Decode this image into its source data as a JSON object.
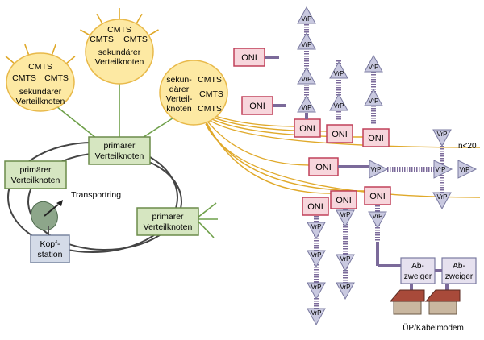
{
  "colors": {
    "node_fill": "#fde9a3",
    "node_stroke": "#e8b94a",
    "primary_fill": "#d6e6c1",
    "primary_stroke": "#6b8c4a",
    "oni_fill": "#f7d6dc",
    "oni_stroke": "#c0405a",
    "vrp_fill": "#c9c9e0",
    "vrp_stroke": "#7a7aa0",
    "fiber": "#e0a92a",
    "link_green": "#6fa04a",
    "coax": "#7b6a9a",
    "ring": "#444444"
  },
  "labels": {
    "cmts": "CMTS",
    "sek_line1": "sekundärer",
    "sek_line2": "Verteilknoten",
    "sek3_line1": "sekun-",
    "sek3_line2": "därer",
    "sek3_line3": "Verteil-",
    "sek3_line4": "knoten",
    "prim_line1": "primärer",
    "prim_line2": "Verteilknoten",
    "oni": "ONI",
    "vrp": "VrP",
    "transportring": "Transportring",
    "kopf_line1": "Kopf-",
    "kopf_line2": "station",
    "abzweiger_line1": "Ab-",
    "abzweiger_line2": "zweiger",
    "n_limit": "n<20",
    "modem": "ÜP/Kabelmodem"
  },
  "icons": [
    "satellite-dish-icon",
    "house-icon"
  ]
}
